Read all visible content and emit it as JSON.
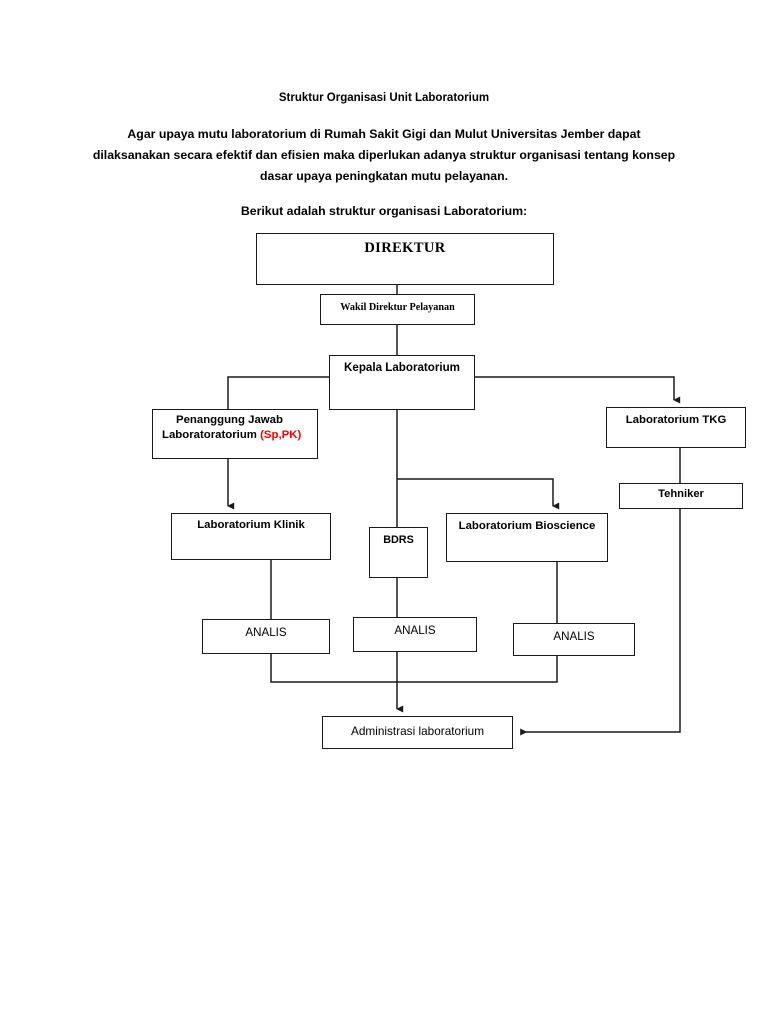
{
  "document": {
    "title": "Struktur Organisasi Unit Laboratorium",
    "intro_paragraph": "Agar upaya mutu laboratorium di Rumah Sakit Gigi dan Mulut Universitas Jember dapat dilaksanakan secara efektif dan efisien maka diperlukan adanya struktur organisasi tentang konsep dasar upaya peningkatan mutu pelayanan.",
    "lead_line": "Berikut adalah struktur organisasi Laboratorium:"
  },
  "chart_data": {
    "type": "diagram",
    "title": "Struktur Organisasi Unit Laboratorium",
    "nodes": [
      {
        "id": "direktur",
        "label": "DIREKTUR",
        "level": 0
      },
      {
        "id": "wakil_direktur",
        "label": "Wakil Direktur Pelayanan",
        "level": 1
      },
      {
        "id": "kepala_laboratorium",
        "label": "Kepala Laboratorium",
        "level": 2
      },
      {
        "id": "penanggung_jawab",
        "label_line1": "Penanggung Jawab",
        "label_line2": "Laboratoratorium",
        "label_suffix": "(Sp,PK)",
        "suffix_color": "#ff0000",
        "level": 3
      },
      {
        "id": "laboratorium_tkg",
        "label": "Laboratorium TKG",
        "level": 3
      },
      {
        "id": "tehniker",
        "label": "Tehniker",
        "level": 4
      },
      {
        "id": "laboratorium_klinik",
        "label": "Laboratorium Klinik",
        "level": 4
      },
      {
        "id": "bdrs",
        "label": "BDRS",
        "level": 4
      },
      {
        "id": "laboratorium_bioscience",
        "label": "Laboratorium Bioscience",
        "level": 4
      },
      {
        "id": "analis_klinik",
        "label": "ANALIS",
        "level": 5
      },
      {
        "id": "analis_bdrs",
        "label": "ANALIS",
        "level": 5
      },
      {
        "id": "analis_bioscience",
        "label": "ANALIS",
        "level": 5
      },
      {
        "id": "administrasi",
        "label": "Administrasi laboratorium",
        "level": 6
      }
    ],
    "edges": [
      {
        "from": "direktur",
        "to": "wakil_direktur"
      },
      {
        "from": "wakil_direktur",
        "to": "kepala_laboratorium"
      },
      {
        "from": "kepala_laboratorium",
        "to": "penanggung_jawab"
      },
      {
        "from": "kepala_laboratorium",
        "to": "laboratorium_tkg",
        "arrow": true
      },
      {
        "from": "kepala_laboratorium",
        "to": "laboratorium_bioscience",
        "arrow": true
      },
      {
        "from": "kepala_laboratorium",
        "to": "bdrs"
      },
      {
        "from": "penanggung_jawab",
        "to": "laboratorium_klinik",
        "arrow": true
      },
      {
        "from": "laboratorium_tkg",
        "to": "tehniker"
      },
      {
        "from": "laboratorium_klinik",
        "to": "analis_klinik"
      },
      {
        "from": "bdrs",
        "to": "analis_bdrs"
      },
      {
        "from": "laboratorium_bioscience",
        "to": "analis_bioscience"
      },
      {
        "from": "analis_klinik",
        "to": "administrasi",
        "arrow": true
      },
      {
        "from": "analis_bdrs",
        "to": "administrasi",
        "arrow": true
      },
      {
        "from": "analis_bioscience",
        "to": "administrasi",
        "arrow": true
      },
      {
        "from": "tehniker",
        "to": "administrasi",
        "arrow": true
      }
    ],
    "colors": {
      "box_border": "#1a1a1a",
      "box_fill": "#ffffff",
      "line": "#1a1a1a",
      "text": "#000000",
      "accent_red": "#ff0000"
    }
  }
}
